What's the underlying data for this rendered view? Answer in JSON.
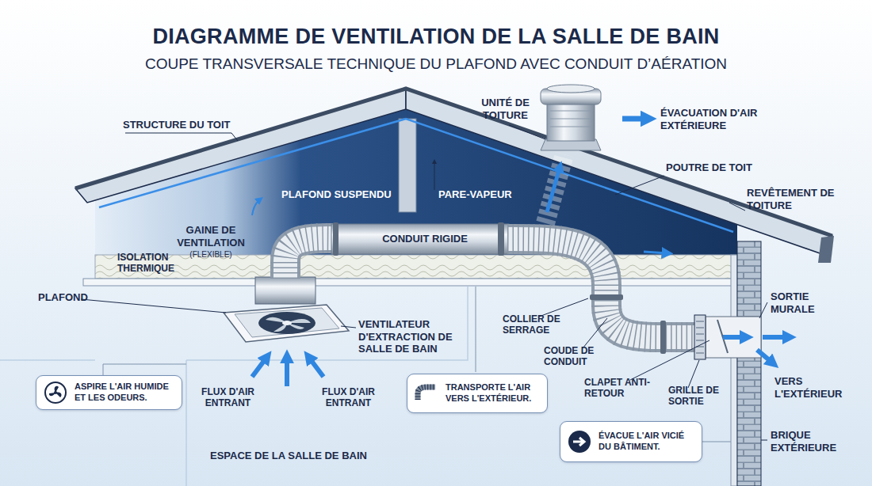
{
  "diagram": {
    "title": "DIAGRAMME DE VENTILATION DE LA SALLE DE BAIN",
    "nodes": [
      {
        "text": [
          "ASPIRE L'AIR HUMIDE ET LES ODEURS."
        ]
      },
      {
        "text": [
          "TRANSPORTE L'AIR VERS L'EXTÉRIEUR."
        ]
      },
      {
        "text": [
          "ÉVACUE L'AIR VICIÉ DU BÂTIMENT."
        ]
      }
    ],
    "labels": [
      "COUPE TRANSVERSALE TECHNIQUE DU PLAFOND AVEC CONDUIT D’AÉRATION",
      "STRUCTURE DU TOIT",
      "UNITÉ DE TOITURE",
      "ÉVACUATION D'AIR EXTÉRIEURE",
      "POUTRE DE TOIT",
      "REVÊTEMENT DE TOITURE",
      "PLAFOND SUSPENDU",
      "PARE-VAPEUR",
      "GAINE DE VENTILATION",
      "(FLEXIBLE)",
      "ISOLATION THERMIQUE",
      "CONDUIT RIGIDE",
      "PLAFOND",
      "VENTILATEUR D'EXTRACTION DE SALLE DE BAIN",
      "COLLIER DE SERRAGE",
      "SORTIE MURALE",
      "COUDE DE CONDUIT",
      "CLAPET ANTI-RETOUR",
      "GRILLE DE SORTIE",
      "VERS L'EXTÉRIEUR",
      "FLUX D'AIR ENTRANT",
      "FLUX D'AIR ENTRANT",
      "BRIQUE EXTÉRIEURE",
      "ESPACE DE LA SALLE DE BAIN"
    ]
  }
}
